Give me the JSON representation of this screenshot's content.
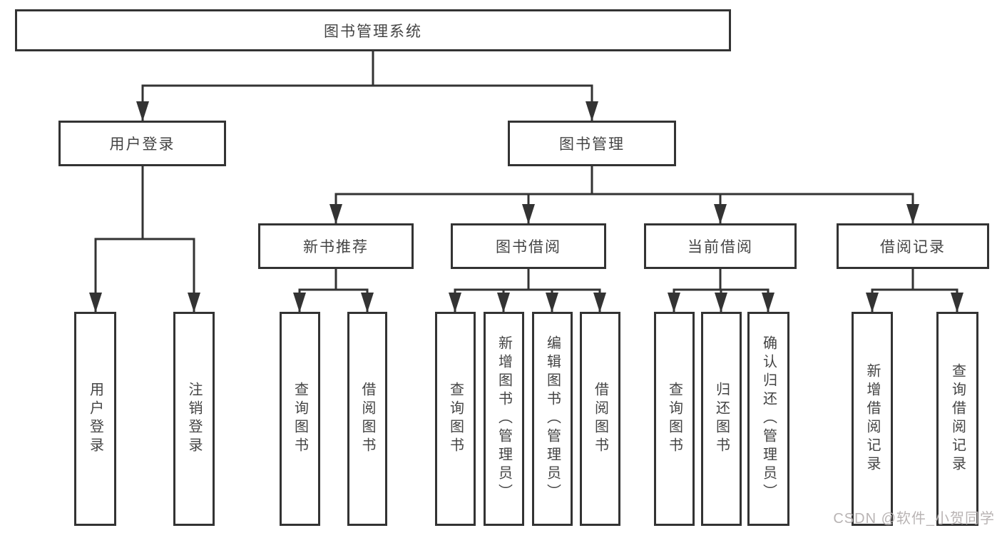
{
  "tree": {
    "label": "图书管理系统",
    "children": [
      {
        "label": "用户登录",
        "children": [
          {
            "label": "用户登录"
          },
          {
            "label": "注销登录"
          }
        ]
      },
      {
        "label": "图书管理",
        "children": [
          {
            "label": "新书推荐",
            "children": [
              {
                "label": "查询图书"
              },
              {
                "label": "借阅图书"
              }
            ]
          },
          {
            "label": "图书借阅",
            "children": [
              {
                "label": "查询图书"
              },
              {
                "label": "新增图书（管理员）"
              },
              {
                "label": "编辑图书（管理员）"
              },
              {
                "label": "借阅图书"
              }
            ]
          },
          {
            "label": "当前借阅",
            "children": [
              {
                "label": "查询图书"
              },
              {
                "label": "归还图书"
              },
              {
                "label": "确认归还（管理员）"
              }
            ]
          },
          {
            "label": "借阅记录",
            "children": [
              {
                "label": "新增借阅记录"
              },
              {
                "label": "查询借阅记录"
              }
            ]
          }
        ]
      }
    ]
  },
  "watermark": {
    "text": "CSDN @软件_小贺同学"
  },
  "colors": {
    "line": "#333333",
    "box_border": "#333333",
    "text": "#444444",
    "watermark": "#b9b4b4",
    "background": "#ffffff"
  }
}
